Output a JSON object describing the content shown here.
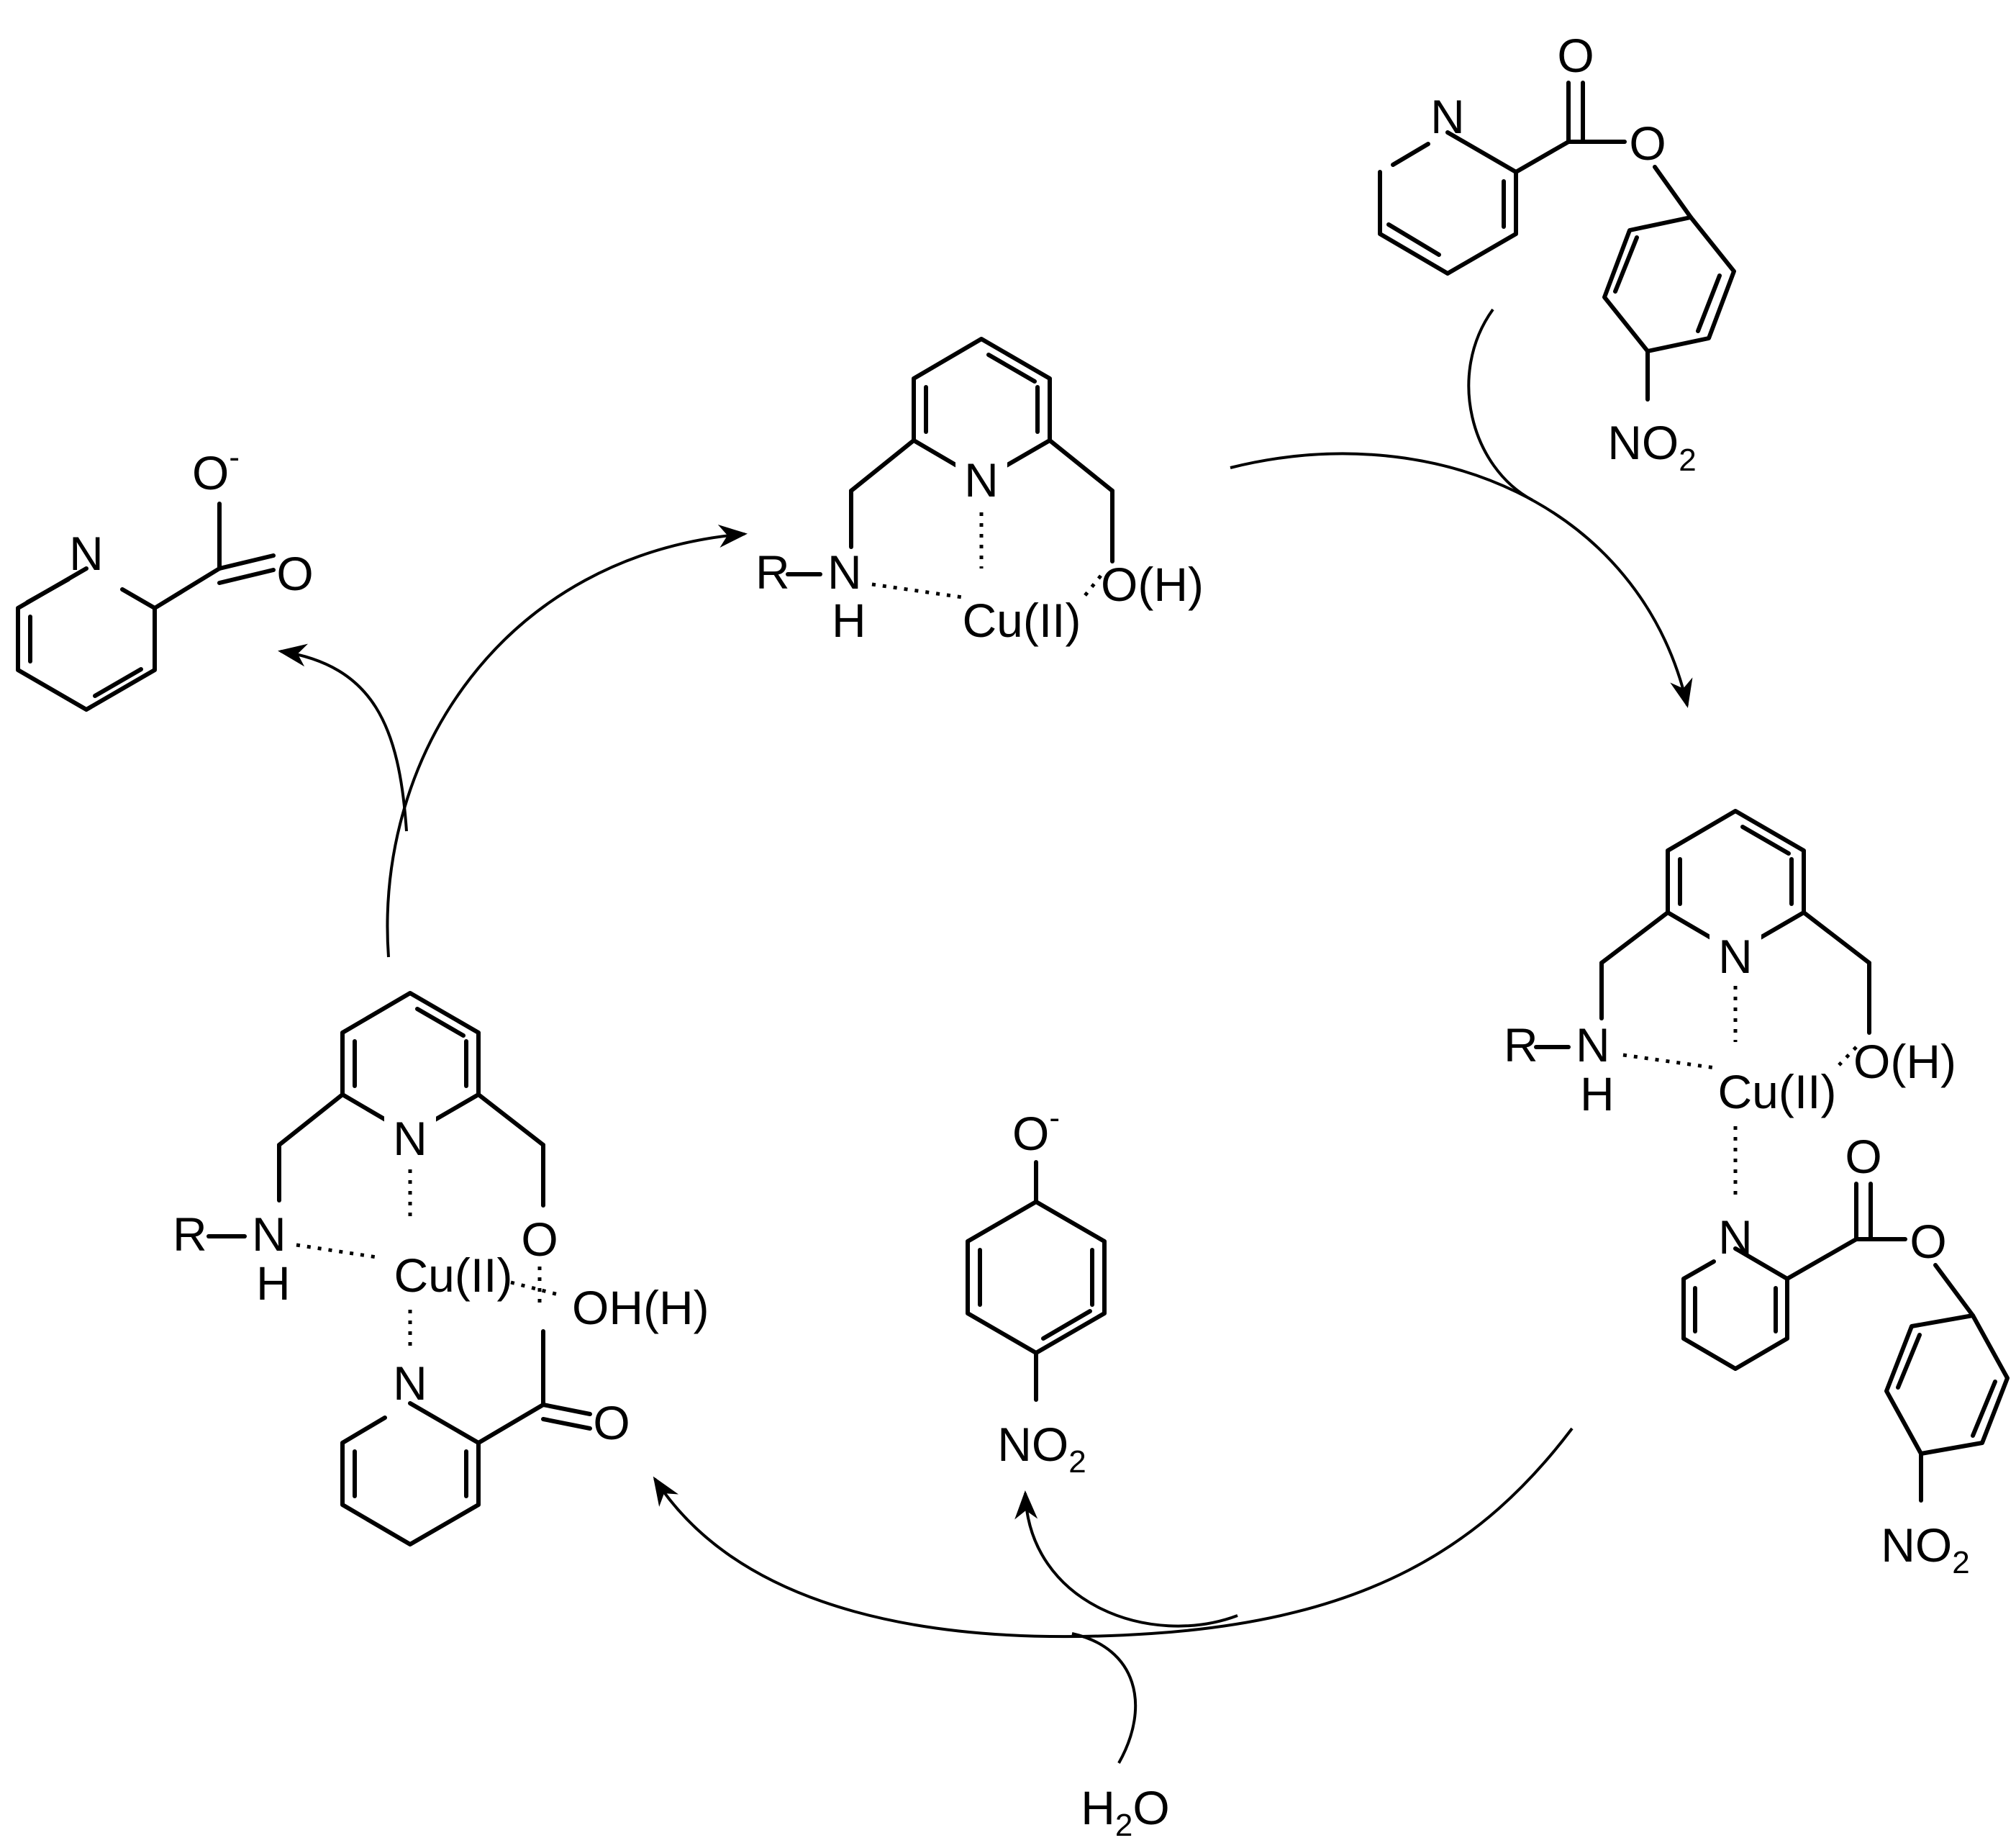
{
  "atoms": {
    "N": "N",
    "O": "O",
    "R": "R",
    "H": "H",
    "NH": "NH",
    "OH": "OH",
    "OH_paren": "O(H)",
    "OH_H": "OH(H)",
    "Cu": "Cu(II)",
    "H2O_main": "H",
    "H2O_sub": "2",
    "H2O_tail": "O",
    "NO2_main": "NO",
    "NO2_sub": "2",
    "minus": "-"
  },
  "colors": {
    "ink": "#000000",
    "background": "#ffffff"
  }
}
